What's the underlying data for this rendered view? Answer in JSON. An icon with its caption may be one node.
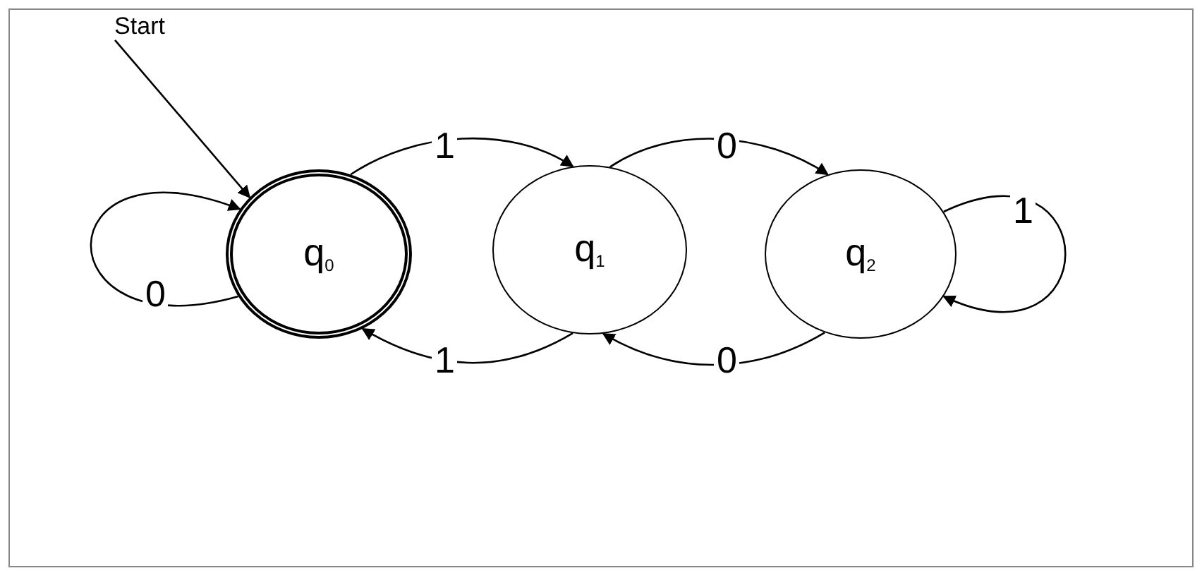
{
  "diagram": {
    "nodes": [
      {
        "text": [
          "Start"
        ]
      },
      {
        "text": [
          "q$_{0}$"
        ]
      },
      {
        "text": [
          "q$_{1}$"
        ]
      },
      {
        "text": [
          "q$_{2}$"
        ]
      }
    ],
    "edges": [
      {
        "from": 0,
        "to": 1,
        "arrow": "to"
      },
      {
        "from": 1,
        "to": 1,
        "arrow": "to",
        "label": "0"
      },
      {
        "from": 1,
        "to": 2,
        "arrow": "to",
        "label": "1"
      },
      {
        "from": 2,
        "to": 3,
        "arrow": "to",
        "label": "0"
      },
      {
        "from": 3,
        "to": 3,
        "arrow": "to",
        "label": "1"
      },
      {
        "from": 2,
        "to": 1,
        "arrow": "to",
        "label": "1"
      },
      {
        "from": 3,
        "to": 2,
        "arrow": "to",
        "label": "0"
      }
    ]
  }
}
